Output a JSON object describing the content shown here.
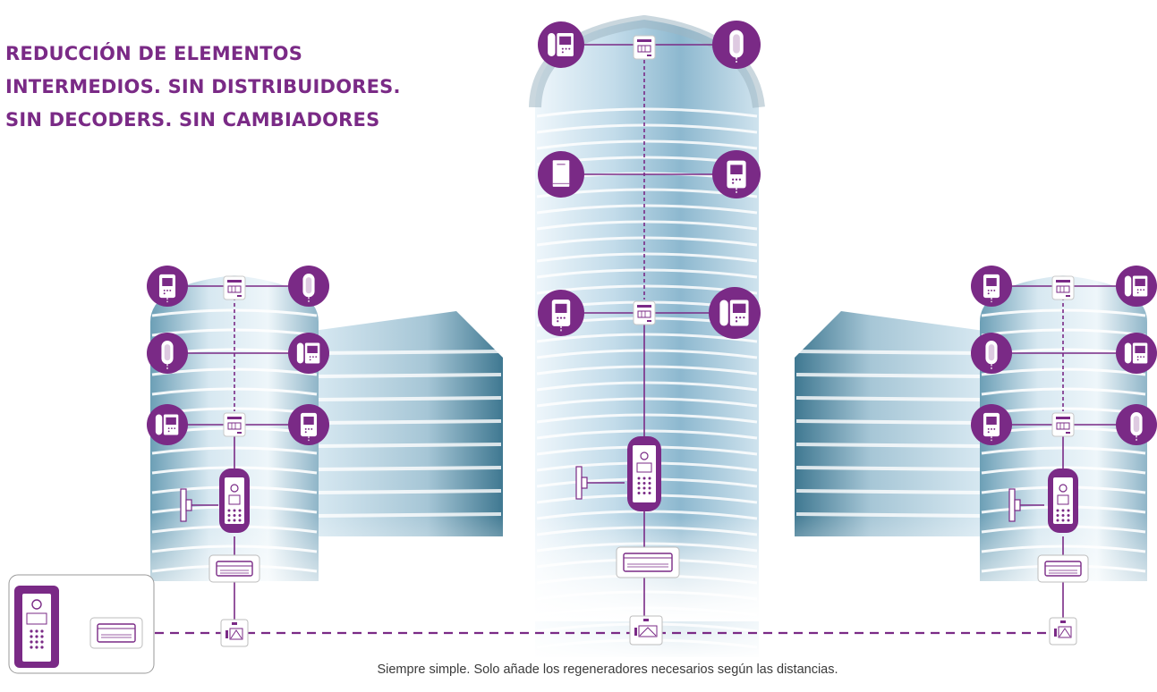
{
  "headline": {
    "line1": "REDUCCIÓN DE ELEMENTOS",
    "line2": "INTERMEDIOS. SIN DISTRIBUIDORES.",
    "line3": "SIN DECODERS. SIN CAMBIADORES"
  },
  "caption": "Siempre simple. Solo añade los regeneradores necesarios según las distancias.",
  "colors": {
    "accent": "#7a2a86",
    "headline": "#7a2a86",
    "building_light": "#e4f1f8",
    "building_dark": "#4d8aa4",
    "dashed_bus": "#7a2a86"
  },
  "icons": {
    "monitor": "video-monitor-icon",
    "handset": "handset-phone-icon",
    "monitor_handset": "monitor-with-handset-icon",
    "wall_unit": "wall-terminal-icon",
    "floor_distributor": "floor-distributor-icon",
    "entrance_panel": "entrance-panel-icon",
    "door_lock": "door-lock-icon",
    "power_supply": "power-supply-icon",
    "regenerator": "regenerator-icon"
  }
}
